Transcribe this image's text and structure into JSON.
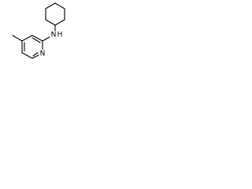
{
  "molecule": {
    "atoms": {
      "amine_nitrogen": "N",
      "amine_hydrogen": "H",
      "ring_nitrogen": "N"
    },
    "colors": {
      "bond": "#000000",
      "label": "#000000",
      "background": "#ffffff"
    }
  }
}
